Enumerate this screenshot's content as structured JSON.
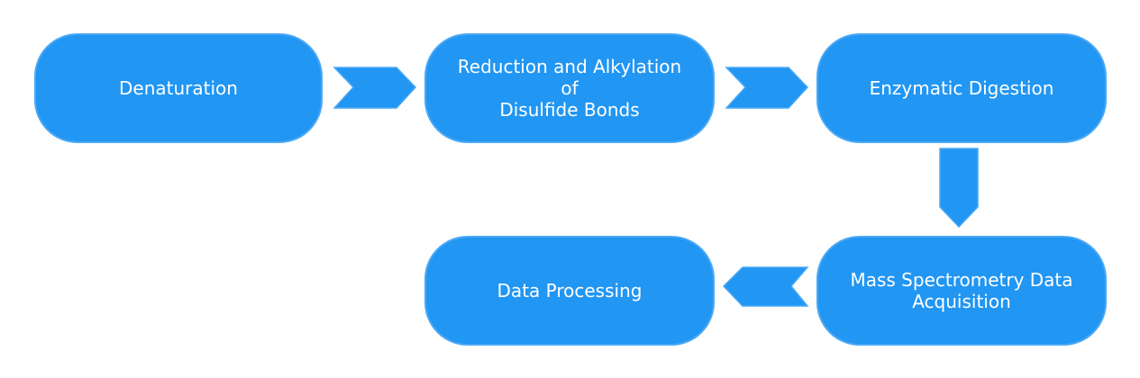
{
  "diagram": {
    "type": "process-flow",
    "colors": {
      "node_fill": "#2196f3",
      "node_border": "#4aa8f5",
      "text": "#ffffff",
      "background": "#ffffff"
    },
    "nodes": [
      {
        "id": "denaturation",
        "label": "Denaturation"
      },
      {
        "id": "reduction-alkylation",
        "label": "Reduction and Alkylation\nof\nDisulfide Bonds"
      },
      {
        "id": "enzymatic-digestion",
        "label": "Enzymatic Digestion"
      },
      {
        "id": "ms-acquisition",
        "label": "Mass Spectrometry Data\nAcquisition"
      },
      {
        "id": "data-processing",
        "label": "Data Processing"
      }
    ],
    "edges": [
      {
        "from": "denaturation",
        "to": "reduction-alkylation",
        "direction": "right"
      },
      {
        "from": "reduction-alkylation",
        "to": "enzymatic-digestion",
        "direction": "right"
      },
      {
        "from": "enzymatic-digestion",
        "to": "ms-acquisition",
        "direction": "down"
      },
      {
        "from": "ms-acquisition",
        "to": "data-processing",
        "direction": "left"
      }
    ]
  }
}
